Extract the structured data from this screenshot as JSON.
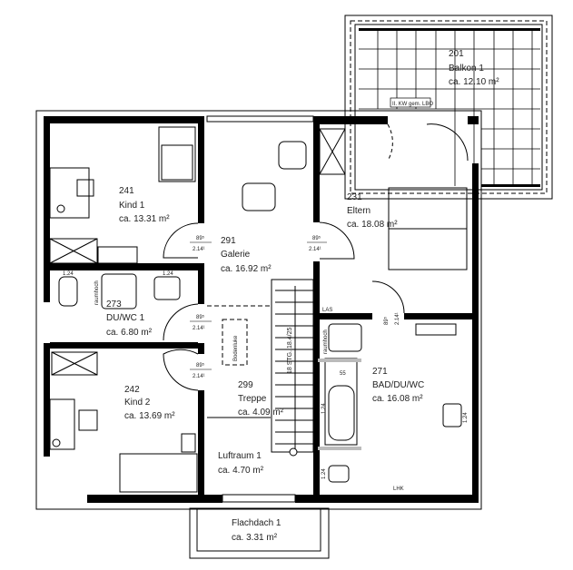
{
  "plan": {
    "rooms": [
      {
        "number": "201",
        "name": "Balkon 1",
        "area": "ca. 12.10 m²"
      },
      {
        "number": "241",
        "name": "Kind 1",
        "area": "ca. 13.31 m²"
      },
      {
        "number": "291",
        "name": "Galerie",
        "area": "ca. 16.92 m²"
      },
      {
        "number": "231",
        "name": "Eltern",
        "area": "ca. 18.08 m²"
      },
      {
        "number": "273",
        "name": "DU/WC 1",
        "area": "ca. 6.80 m²"
      },
      {
        "number": "242",
        "name": "Kind 2",
        "area": "ca. 13.69 m²"
      },
      {
        "number": "299",
        "name": "Treppe",
        "area": "ca. 4.09 m²"
      },
      {
        "number": "271",
        "name": "BAD/DU/WC",
        "area": "ca. 16.08 m²"
      },
      {
        "number": "",
        "name": "Luftraum 1",
        "area": "ca. 4.70 m²"
      },
      {
        "number": "",
        "name": "Flachdach 1",
        "area": "ca. 3.31 m²"
      }
    ],
    "door": {
      "width": "89⁵",
      "height": "2.14¹"
    },
    "dim_124": "1.24",
    "stairs": "18 STG. 18.4/25",
    "las": "LAS",
    "lhk": "LHK",
    "raumhoch": "raumhoch",
    "bodenluke": "Bodenluke",
    "dim_55": "55",
    "kw_note": "II. KW gem. LBO"
  }
}
